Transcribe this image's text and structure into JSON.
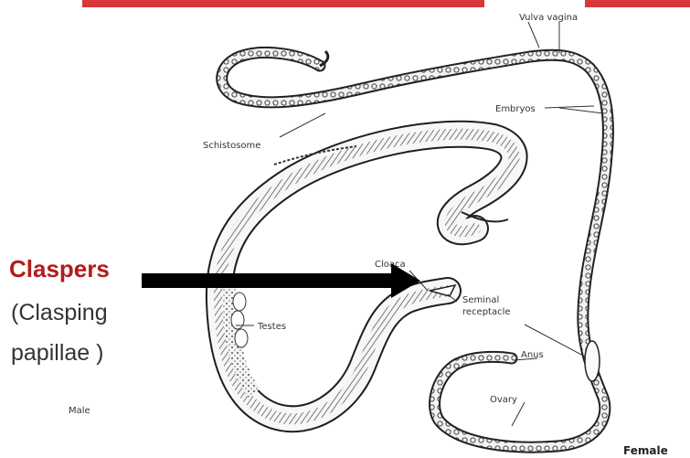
{
  "colors": {
    "accent_red": "#b31b1b",
    "title_red": "#d01515",
    "ink": "#2a2a2a",
    "arrow": "#000000"
  },
  "labels": {
    "vulva_vagina": "Vulva vagina",
    "embryos": "Embryos",
    "schistosome": "Schistosome",
    "cloaca": "Cloaca",
    "seminal_receptacle_line1": "Seminal",
    "seminal_receptacle_line2": "receptacle",
    "testes": "Testes",
    "anus": "Anus",
    "ovary": "Ovary",
    "male": "Male",
    "female": "Female"
  },
  "callout": {
    "term": "Claspers",
    "desc_line1": "(Clasping",
    "desc_line2": "papillae )"
  }
}
